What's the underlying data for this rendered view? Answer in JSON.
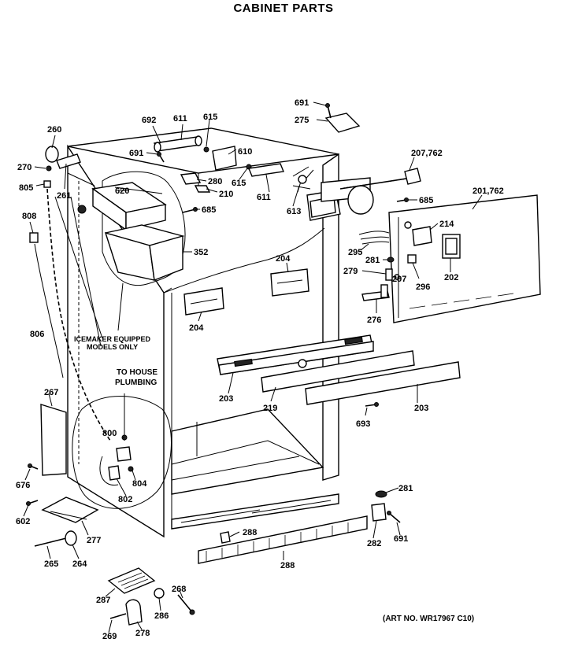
{
  "title": "CABINET PARTS",
  "art_number": "(ART NO. WR17967 C10)",
  "notes": {
    "icemaker": [
      "ICEMAKER EQUIPPED",
      "MODELS ONLY"
    ],
    "plumbing": [
      "TO HOUSE",
      "PLUMBING"
    ]
  },
  "labels": {
    "p260": "260",
    "p270": "270",
    "p805": "805",
    "p261": "261",
    "p808": "808",
    "p806": "806",
    "p267": "267",
    "p676": "676",
    "p602": "602",
    "p277": "277",
    "p265": "265",
    "p264": "264",
    "p287": "287",
    "p269": "269",
    "p278": "278",
    "p286": "286",
    "p268": "268",
    "p288a": "288",
    "p288b": "288",
    "p800": "800",
    "p804": "804",
    "p802": "802",
    "p692": "692",
    "p611a": "611",
    "p615a": "615",
    "p691a": "691",
    "p610": "610",
    "p615b": "615",
    "p280": "280",
    "p210": "210",
    "p620": "620",
    "p685a": "685",
    "p352": "352",
    "p611b": "611",
    "p613": "613",
    "p691b": "691",
    "p275": "275",
    "p207": "207,762",
    "p685b": "685",
    "p201": "201,762",
    "p214": "214",
    "p295": "295",
    "p281a": "281",
    "p279": "279",
    "p297": "297",
    "p296": "296",
    "p202": "202",
    "p276": "276",
    "p204a": "204",
    "p204b": "204",
    "p203a": "203",
    "p219": "219",
    "p203b": "203",
    "p693": "693",
    "p281b": "281",
    "p282": "282",
    "p691c": "691"
  }
}
